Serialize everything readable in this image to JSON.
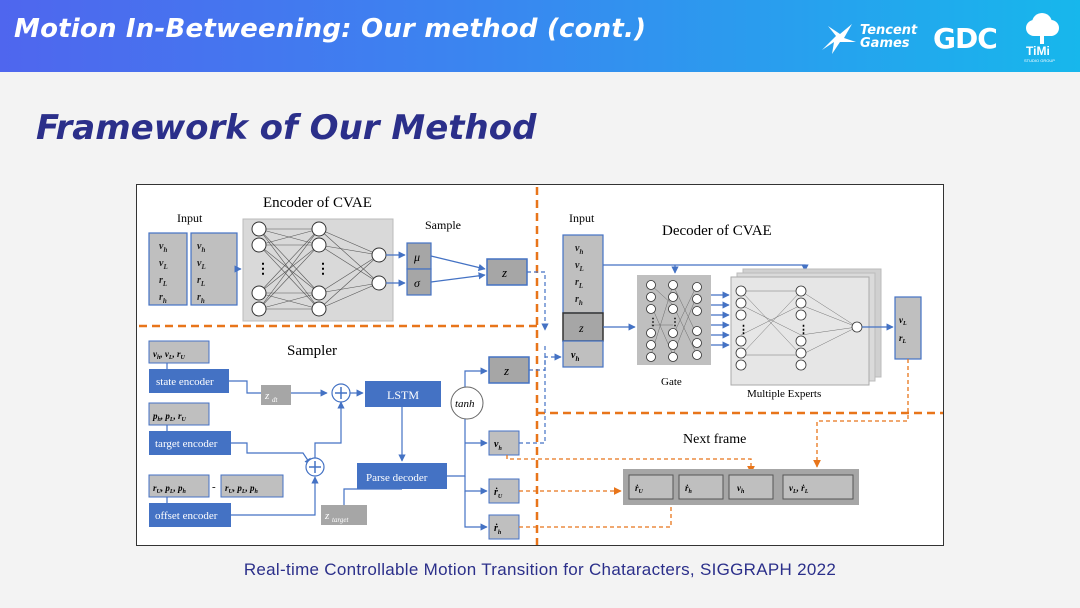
{
  "header": {
    "title": "Motion In-Betweening: Our method (cont.)",
    "logos": {
      "tencent_line1": "Tencent",
      "tencent_line2": "Games",
      "gdc": "GDC",
      "timi": "TiMi",
      "timi_sub": "STUDIO GROUP"
    }
  },
  "page_title": "Framework of Our Method",
  "caption": "Real-time Controllable Motion Transition for Chataracters, SIGGRAPH 2022",
  "diagram": {
    "encoder": {
      "title": "Encoder of CVAE",
      "input_label": "Input",
      "sample_label": "Sample",
      "mu": "μ",
      "sigma": "σ",
      "z": "z"
    },
    "decoder": {
      "title": "Decoder of CVAE",
      "input_label": "Input",
      "gate_label": "Gate",
      "experts_label": "Multiple Experts",
      "z": "z"
    },
    "sampler": {
      "title": "Sampler",
      "state_encoder": "state encoder",
      "target_encoder": "target encoder",
      "offset_encoder": "offset encoder",
      "lstm": "LSTM",
      "parse_decoder": "Parse decoder",
      "tanh": "tanh",
      "z": "z",
      "minus": "-",
      "z_dt": "z",
      "z_dt_sub": "dt",
      "z_target": "z",
      "z_target_sub": "target"
    },
    "next_frame": {
      "title": "Next frame"
    },
    "colors": {
      "blue": "#4472c4",
      "orange": "#e8751a",
      "gray": "#a6a6a6",
      "dark_gray": "#7f7f7f"
    }
  }
}
